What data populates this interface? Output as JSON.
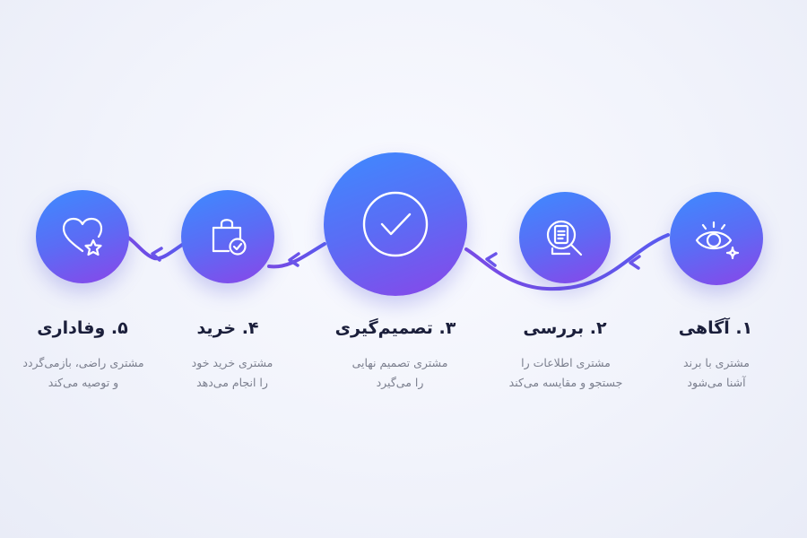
{
  "steps": [
    {
      "title": "۱. آگاهی",
      "line1": "مشتری با برند",
      "line2": "آشنا می‌شود",
      "icon": "eye-sparkle-icon"
    },
    {
      "title": "۲. بررسی",
      "line1": "مشتری اطلاعات را",
      "line2": "جستجو و مقایسه می‌کند",
      "icon": "document-search-icon"
    },
    {
      "title": "۳. تصمیم‌گیری",
      "line1": "مشتری تصمیم نهایی",
      "line2": "را می‌گیرد",
      "icon": "checkmark-circle-icon"
    },
    {
      "title": "۴. خرید",
      "line1": "مشتری خرید خود",
      "line2": "را انجام می‌دهد",
      "icon": "shopping-bag-check-icon"
    },
    {
      "title": "۵. وفاداری",
      "line1": "مشتری راضی، بازمی‌گردد",
      "line2": "و توصیه می‌کند",
      "icon": "heart-star-icon"
    }
  ],
  "colors": {
    "circle_start": "#3d8bff",
    "circle_end": "#8a45e8",
    "connector": "#6a4fe6",
    "title": "#1b1f3b",
    "description": "#7b7f8e"
  }
}
